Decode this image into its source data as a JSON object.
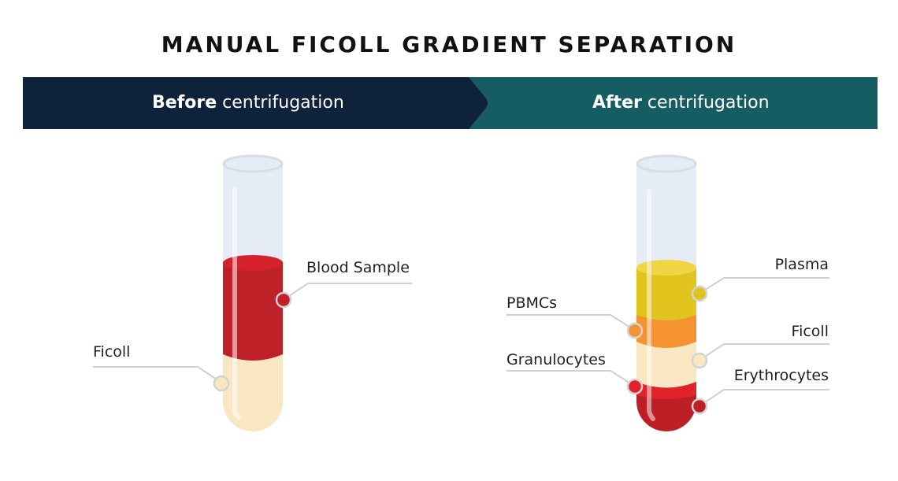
{
  "title": "MANUAL FICOLL GRADIENT SEPARATION",
  "banner": {
    "before": {
      "bold": "Before",
      "rest": " centrifugation",
      "color": "#0f223c"
    },
    "after": {
      "bold": "After",
      "rest": " centrifugation",
      "color": "#155d63"
    }
  },
  "tubes": {
    "before": {
      "labels": [
        {
          "text": "Blood Sample",
          "color": "#c0212a"
        },
        {
          "text": "Ficoll",
          "color": "#f9e6c2"
        }
      ]
    },
    "after": {
      "labels": [
        {
          "text": "Plasma",
          "color": "#e2c41f"
        },
        {
          "text": "PBMCs",
          "color": "#f59232"
        },
        {
          "text": "Ficoll",
          "color": "#f9e6c2"
        },
        {
          "text": "Granulocytes",
          "color": "#e0222a"
        },
        {
          "text": "Erythrocytes",
          "color": "#bc2026"
        }
      ]
    }
  },
  "colors": {
    "tube_glass": "#e6ecf5",
    "tube_rim": "#d7dde6",
    "leader_line": "#cfd0d2"
  }
}
